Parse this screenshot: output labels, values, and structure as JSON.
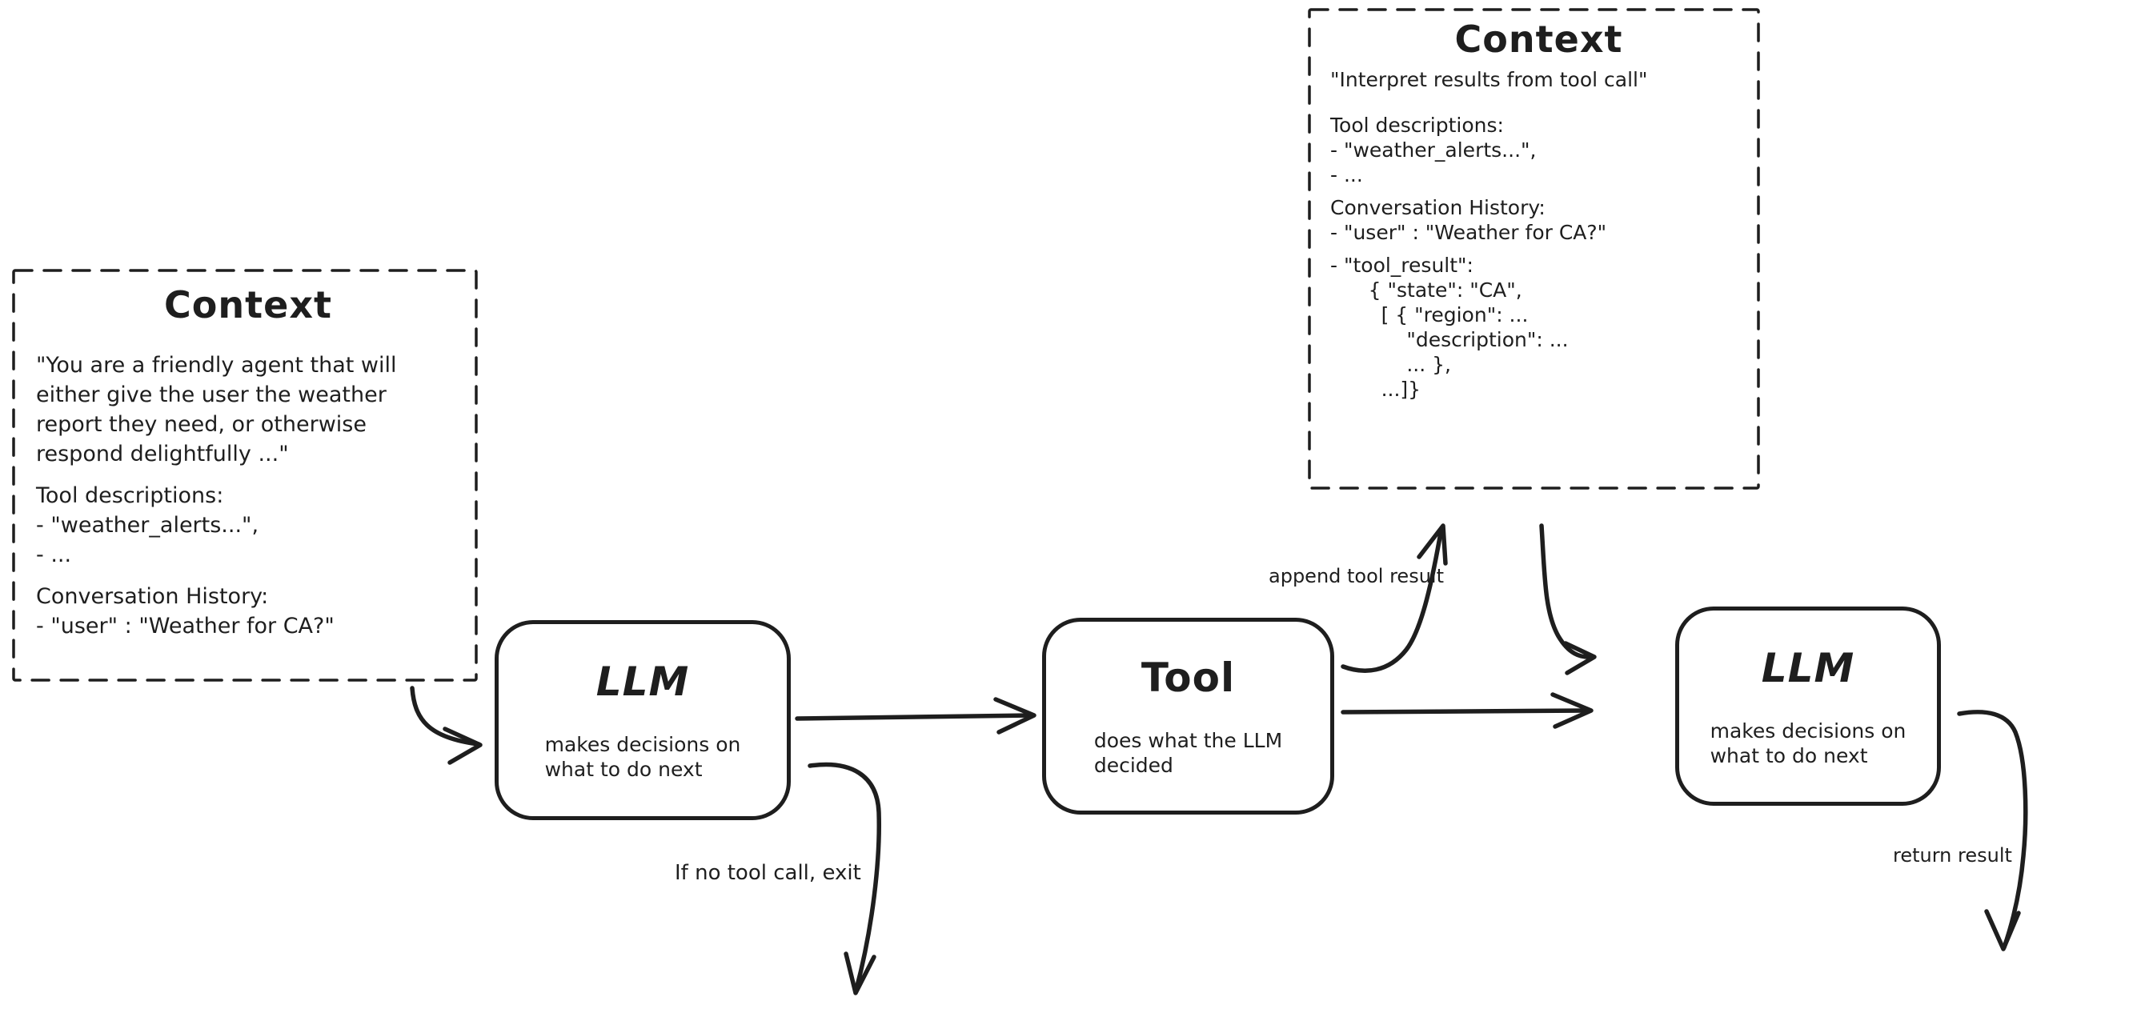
{
  "colors": {
    "ink": "#1e1e1e",
    "background": "#ffffff"
  },
  "context_left": {
    "title": "Context",
    "paragraphs": [
      [
        "\"You are a friendly agent that will",
        "either give the user the weather",
        "report they need, or otherwise",
        "respond delightfully ...\""
      ],
      [
        "Tool descriptions:",
        "- \"weather_alerts...\",",
        "- ..."
      ],
      [
        "Conversation History:",
        "- \"user\" : \"Weather for CA?\""
      ]
    ]
  },
  "context_right": {
    "title": "Context",
    "paragraphs": [
      [
        "\"Interpret results from tool call\""
      ],
      [
        "Tool descriptions:",
        "- \"weather_alerts...\",",
        "- ..."
      ],
      [
        "Conversation History:",
        "- \"user\" : \"Weather for CA?\""
      ],
      [
        "- \"tool_result\":",
        "      { \"state\": \"CA\",",
        "        [ { \"region\": ...",
        "            \"description\": ...",
        "            ... },",
        "        ...]}"
      ]
    ]
  },
  "llm1": {
    "title": "LLM",
    "subtitle_line1": "makes decisions on",
    "subtitle_line2": "what to do next"
  },
  "tool": {
    "title": "Tool",
    "subtitle_line1": "does what the LLM",
    "subtitle_line2": "decided"
  },
  "llm2": {
    "title": "LLM",
    "subtitle_line1": "makes decisions on",
    "subtitle_line2": "what to do next"
  },
  "labels": {
    "append_tool_result": "append tool result",
    "no_tool_call_exit": "If no tool call, exit",
    "return_result": "return result"
  }
}
